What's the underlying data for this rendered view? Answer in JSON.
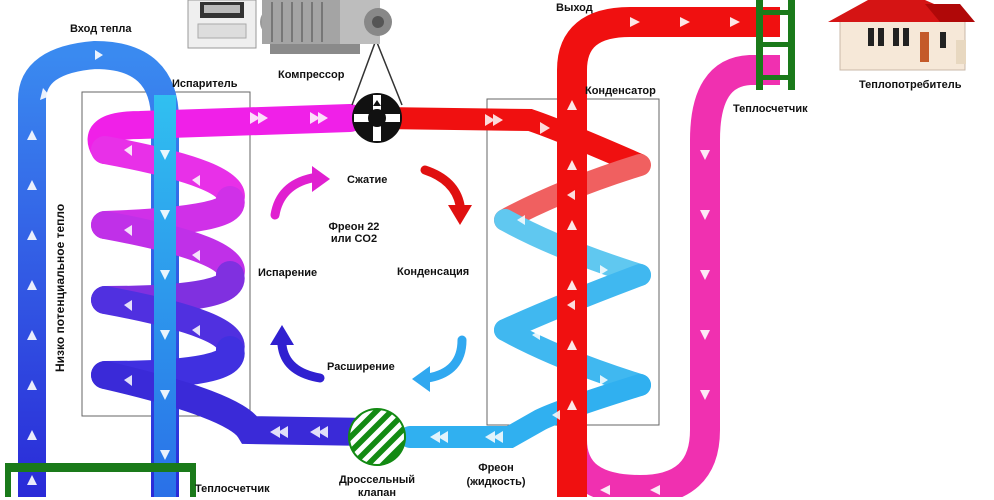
{
  "labels": {
    "heat_input": "Вход тепла",
    "evaporator": "Испаритель",
    "compressor": "Компрессор",
    "output": "Выход",
    "condenser": "Конденсатор",
    "heat_meter_top": "Теплосчетчик",
    "heat_consumer": "Теплопотребитель",
    "low_potential_heat": "Низко потенциальное тепло",
    "compression": "Сжатие",
    "freon_line1": "Фреон 22",
    "freon_line2": "или CO2",
    "evaporation": "Испарение",
    "condensation": "Конденсация",
    "expansion": "Расширение",
    "heat_meter_bottom": "Теплосчетчик",
    "throttle_valve_line1": "Дроссельный",
    "throttle_valve_line2": "клапан",
    "freon_liquid_line1": "Фреон",
    "freon_liquid_line2": "(жидкость)"
  },
  "colors": {
    "ground_loop": "#2a2ae0",
    "ground_loop_light": "#2aa8f0",
    "refrigerant_gas": "#e010e0",
    "refrigerant_hot": "#f01010",
    "refrigerant_liquid": "#30b8f0",
    "heating_return": "#f030b0",
    "heat_meter": "#1a7a1a",
    "house_roof": "#d01010"
  }
}
